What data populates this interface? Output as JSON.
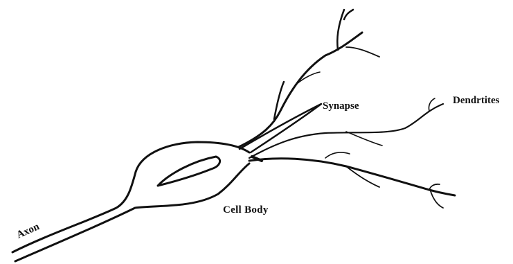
{
  "diagram": {
    "labels": {
      "synapse": "Synapse",
      "dendrites": "Dendrtites",
      "cell_body": "Cell Body",
      "axon": "Axon"
    },
    "colors": {
      "ink": "#111111",
      "background": "#ffffff"
    }
  }
}
